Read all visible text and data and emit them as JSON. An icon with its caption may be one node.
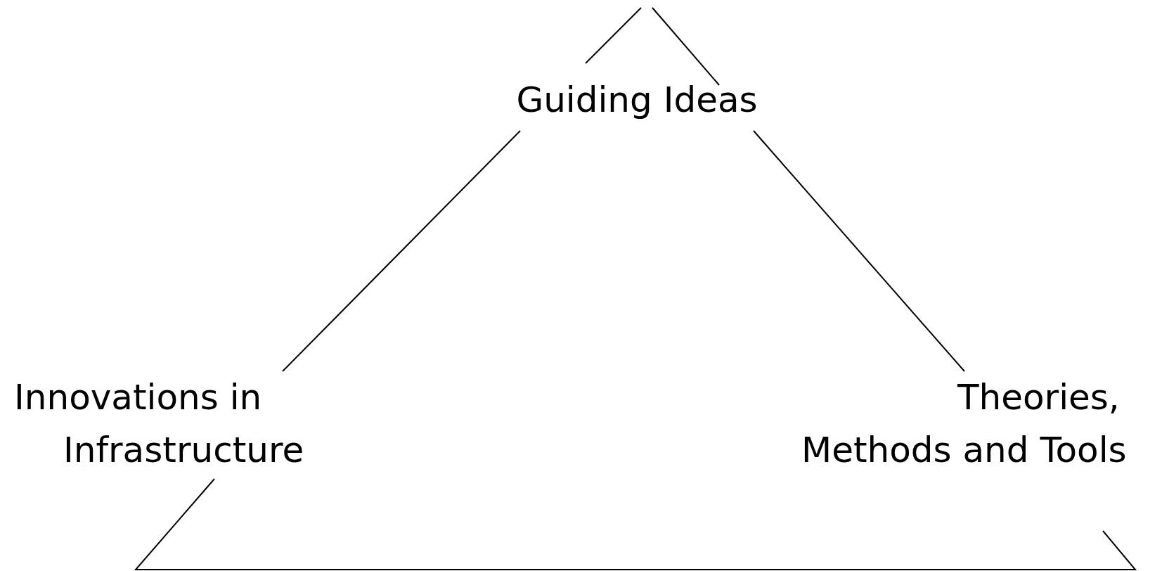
{
  "diagram": {
    "nodes": [
      {
        "text": [
          "Guiding Ideas"
        ]
      },
      {
        "text": [
          "Innovations in Infrastructure"
        ]
      },
      {
        "text": [
          "Theories, Methods and Tools"
        ]
      }
    ],
    "edges": [
      {
        "from": 0,
        "to": 1,
        "arrow": "none"
      },
      {
        "from": 0,
        "to": 2,
        "arrow": "none"
      },
      {
        "from": 1,
        "to": 2,
        "arrow": "none"
      }
    ]
  }
}
